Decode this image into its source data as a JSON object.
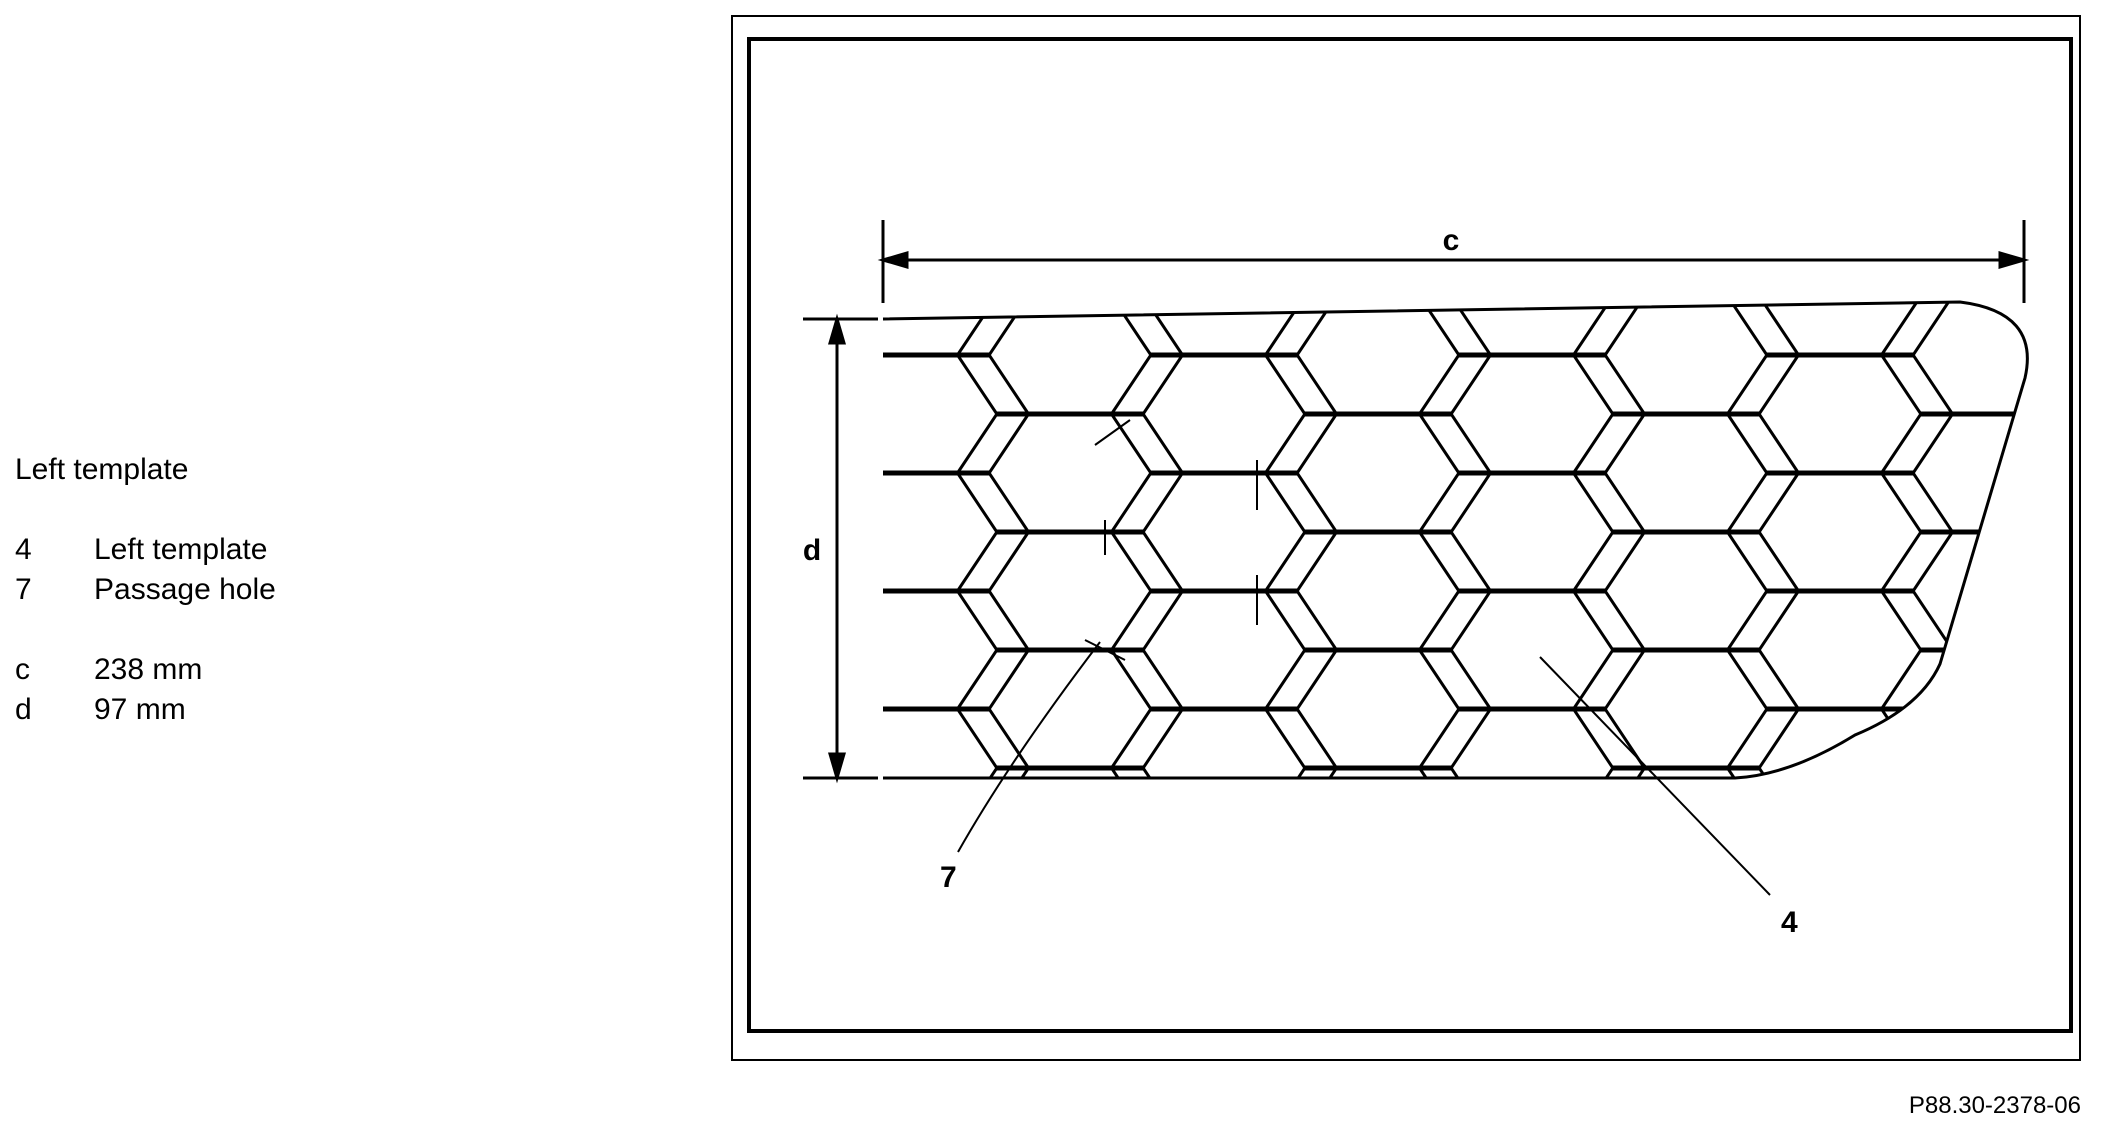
{
  "legend": {
    "title": "Left template",
    "items": [
      {
        "key": "4",
        "text": "Left template"
      },
      {
        "key": "7",
        "text": "Passage hole"
      }
    ],
    "dimensions": [
      {
        "key": "c",
        "text": "238 mm"
      },
      {
        "key": "d",
        "text": "97 mm"
      }
    ]
  },
  "figure": {
    "labels": {
      "c": "c",
      "d": "d",
      "callout_7": "7",
      "callout_4": "4"
    },
    "id": "P88.30-2378-06"
  }
}
